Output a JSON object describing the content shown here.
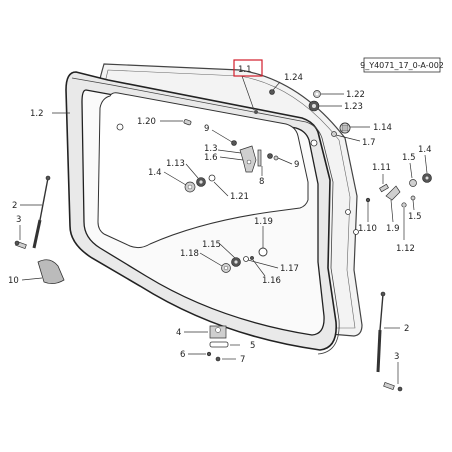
{
  "diagram": {
    "reference_code": "9_Y4071_17_0-A-002",
    "highlighted_part": "1.1",
    "labels": {
      "l1_1": "1.1",
      "l1_2": "1.2",
      "l1_24": "1.24",
      "l1_22": "1.22",
      "l1_23": "1.23",
      "l1_20": "1.20",
      "l1_14": "1.14",
      "l1_7": "1.7",
      "l9a": "9",
      "l9b": "9",
      "l1_3": "1.3",
      "l1_6": "1.6",
      "l8": "8",
      "l1_13": "1.13",
      "l1_4a": "1.4",
      "l1_21": "1.21",
      "l1_11": "1.11",
      "l1_5a": "1.5",
      "l1_4b": "1.4",
      "l1_5b": "1.5",
      "l1_10": "1.10",
      "l1_9": "1.9",
      "l1_12": "1.12",
      "l1_19": "1.19",
      "l1_15": "1.15",
      "l1_18": "1.18",
      "l1_17": "1.17",
      "l1_16": "1.16",
      "l2a": "2",
      "l3a": "3",
      "l10": "10",
      "l2b": "2",
      "l3b": "3",
      "l4": "4",
      "l5": "5",
      "l6": "6",
      "l7": "7"
    }
  }
}
